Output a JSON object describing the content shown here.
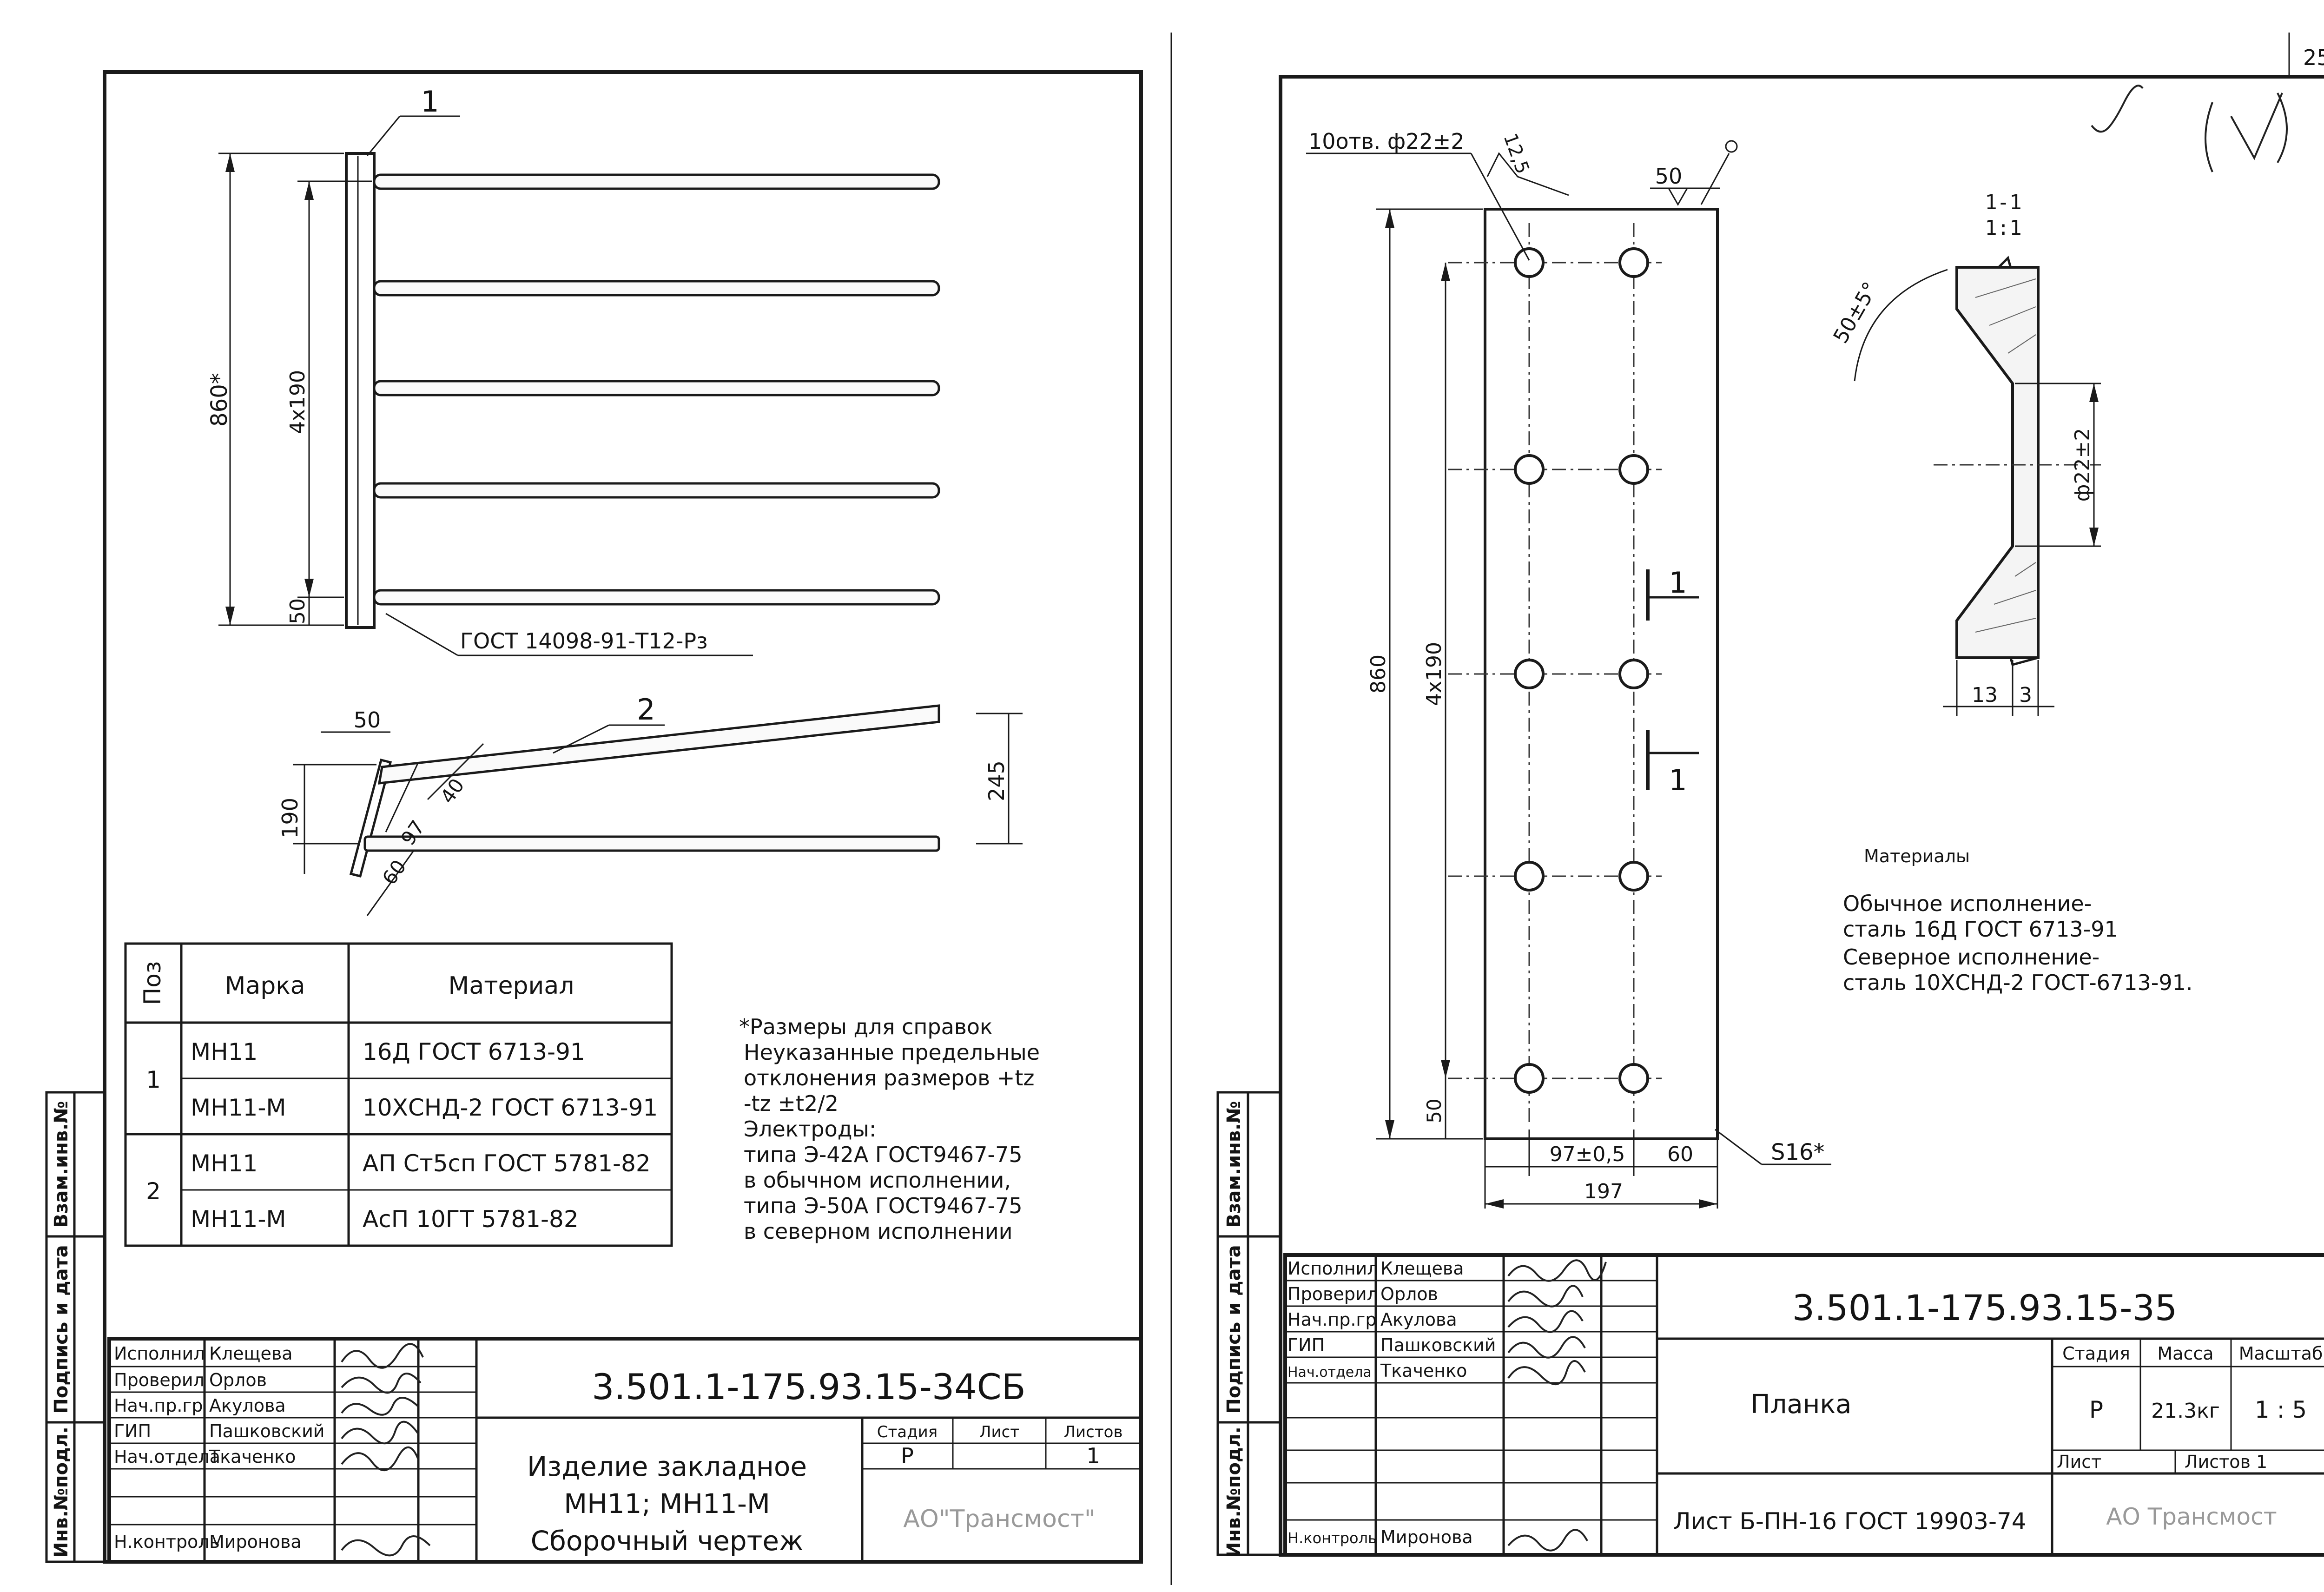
{
  "left_sheet": {
    "labels": {
      "pos1": "1",
      "pos2": "2",
      "dim_860": "860*",
      "dim_4x190": "4x190",
      "dim_50_bottom": "50",
      "weld_note": "ГОСТ  14098-91-Т12-Рз",
      "dim_50_top": "50",
      "dim_190": "190",
      "dim_40": "40",
      "dim_97": "97",
      "dim_60": "60",
      "dim_245": "245"
    },
    "spec_table": {
      "headers": {
        "pos": "Поз",
        "mark": "Марка",
        "material": "Материал"
      },
      "rows": [
        {
          "pos": "1",
          "mark": "МН11",
          "material": "16Д ГОСТ 6713-91"
        },
        {
          "pos": "",
          "mark": "МН11-М",
          "material": "10ХСНД-2 ГОСТ 6713-91"
        },
        {
          "pos": "2",
          "mark": "МН11",
          "material": "АП Ст5сп ГОСТ 5781-82"
        },
        {
          "pos": "",
          "mark": "МН11-М",
          "material": "АсП 10ГТ 5781-82"
        }
      ]
    },
    "notes": [
      "*Размеры для справок",
      "Неуказанные предельные",
      "отклонения размеров +tz",
      "-tz ±t2/2",
      "Электроды:",
      "типа Э-42А ГОСТ9467-75",
      "в обычном исполнении,",
      "типа Э-50А ГОСТ9467-75",
      "в северном исполнении"
    ],
    "side_stamp": {
      "inv_podl": "Инв.№подл.",
      "podpis_data": "Подпись и дата",
      "vzam_inv": "Взам.инв.№"
    },
    "title_block": {
      "roles": [
        "Исполнил",
        "Проверил",
        "Нач.пр.гр",
        "ГИП",
        "Нач.отдела",
        "",
        "",
        "Н.контроль"
      ],
      "names": [
        "Клещева",
        "Орлов",
        "Акулова",
        "Пашковский",
        "Ткаченко",
        "",
        "",
        "Миронова"
      ],
      "code": "3.501.1-175.93.15-34СБ",
      "title_lines": [
        "Изделие закладное",
        "МН11; МН11-М",
        "Сборочный чертеж"
      ],
      "stage_header": "Стадия",
      "sheet_header": "Лист",
      "sheets_header": "Листов",
      "stage": "Р",
      "sheet": "",
      "sheets": "1",
      "org": "АО\"Трансмост\""
    }
  },
  "right_sheet": {
    "page_number": "25",
    "labels": {
      "holes_note": "10отв.  ф22±2",
      "roughness_12_5": "12,5",
      "weld_50": "50",
      "section_name": "1-1",
      "section_scale": "1:1",
      "angle": "50±5°",
      "dia_22": "ф22±2",
      "dim_13": "13",
      "dim_3": "3",
      "dim_860": "860",
      "dim_4x190": "4x190",
      "dim_50": "50",
      "cut_1_top": "1",
      "cut_1_bottom": "1",
      "dim_97": "97±0,5",
      "dim_60": "60",
      "dim_197": "197",
      "thickness": "S16*"
    },
    "materials": {
      "heading": "Материалы",
      "lines": [
        "Обычное исполнение-",
        "сталь 16Д ГОСТ 6713-91",
        "Северное исполнение-",
        "сталь 10ХСНД-2 ГОСТ-6713-91."
      ]
    },
    "side_stamp": {
      "inv_podl": "Инв.№подл.",
      "podpis_data": "Подпись и дата",
      "vzam_inv": "Взам.инв.№"
    },
    "title_block": {
      "roles": [
        "Исполнил",
        "Проверил",
        "Нач.пр.гр",
        "ГИП",
        "Нач.отдела",
        "",
        "",
        "",
        "Н.контроль"
      ],
      "names": [
        "Клещева",
        "Орлов",
        "Акулова",
        "Пашковский",
        "Ткаченко",
        "",
        "",
        "",
        "Миронова"
      ],
      "code": "3.501.1-175.93.15-35",
      "title": "Планка",
      "stage_header": "Стадия",
      "mass_header": "Масса",
      "scale_header": "Масштаб",
      "stage": "Р",
      "mass": "21.3кг",
      "scale": "1 : 5",
      "sheet_label": "Лист",
      "sheets_label": "Листов  1",
      "material_note": "Лист Б-ПН-16 ГОСТ 19903-74",
      "org": "АО Трансмост"
    }
  }
}
